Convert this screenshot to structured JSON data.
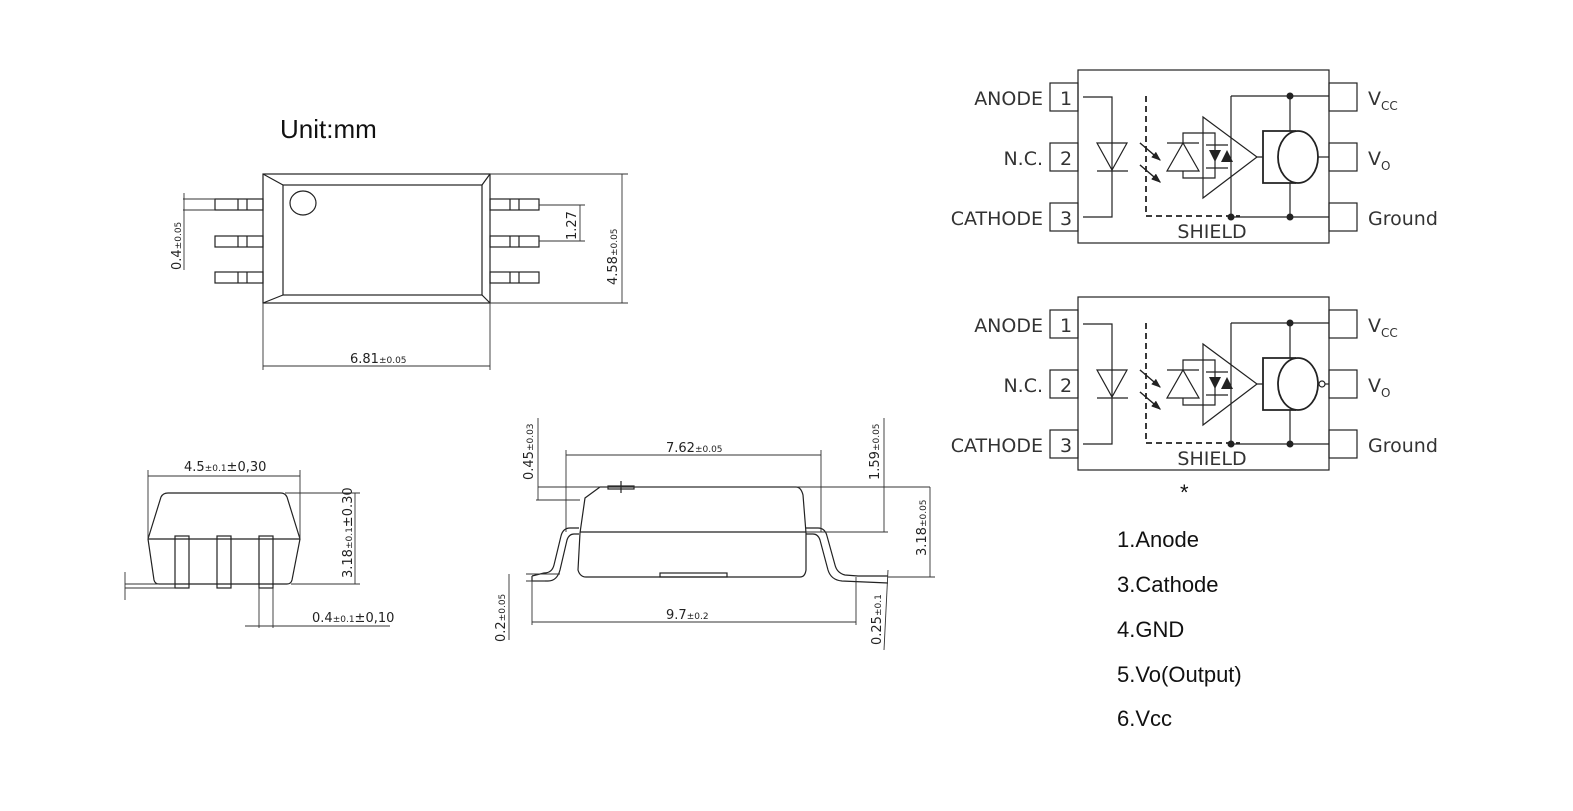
{
  "unit_label": "Unit:mm",
  "top_view": {
    "lead_width": "0.4",
    "lead_width_tol": "±0.05",
    "pitch": "1.27",
    "body_width": "4.58",
    "body_width_tol": "±0.05",
    "body_length": "6.81",
    "body_length_tol": "±0.05"
  },
  "end_view": {
    "width": "4.5",
    "width_tol": "±0.1",
    "width_tol2": "±0,30",
    "height": "3.18",
    "height_tol": "±0.1",
    "height_tol2": "±0.30",
    "lead": "0.4",
    "lead_tol": "±0.1",
    "lead_tol2": "±0,10"
  },
  "side_view": {
    "standoff": "0.45",
    "standoff_tol": "±0.03",
    "row_spacing": "7.62",
    "row_spacing_tol": "±0.05",
    "upper_height": "1.59",
    "upper_height_tol": "±0.05",
    "total_height": "3.18",
    "total_height_tol": "±0.05",
    "lead_thickness": "0.2",
    "lead_thickness_tol": "±0.05",
    "span": "9.7",
    "span_tol": "±0.2",
    "foot": "0.25",
    "foot_tol": "±0.1"
  },
  "schematic": {
    "left_pins": [
      {
        "label": "ANODE",
        "num": "1"
      },
      {
        "label": "N.C.",
        "num": "2"
      },
      {
        "label": "CATHODE",
        "num": "3"
      }
    ],
    "right_pins": [
      {
        "label": "V",
        "sub": "CC"
      },
      {
        "label": "V",
        "sub": "O"
      },
      {
        "label": "Ground",
        "sub": ""
      }
    ],
    "shield": "SHIELD",
    "asterisk": "*"
  },
  "pin_list": [
    "1.Anode",
    "3.Cathode",
    "4.GND",
    "5.Vo(Output)",
    "6.Vcc"
  ]
}
